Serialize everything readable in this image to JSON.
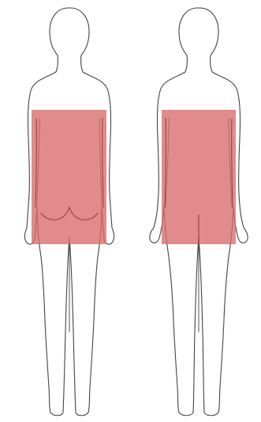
{
  "figure": {
    "highlight_color": "#d96a6c",
    "outline_color": "#444444",
    "background_color": "#ffffff",
    "figures": [
      {
        "view": "back",
        "icon": "body-back-view-icon",
        "highlighted_region": "hips-and-upper-thighs"
      },
      {
        "view": "front",
        "icon": "body-front-view-icon",
        "highlighted_region": "hips-and-upper-thighs"
      }
    ]
  }
}
